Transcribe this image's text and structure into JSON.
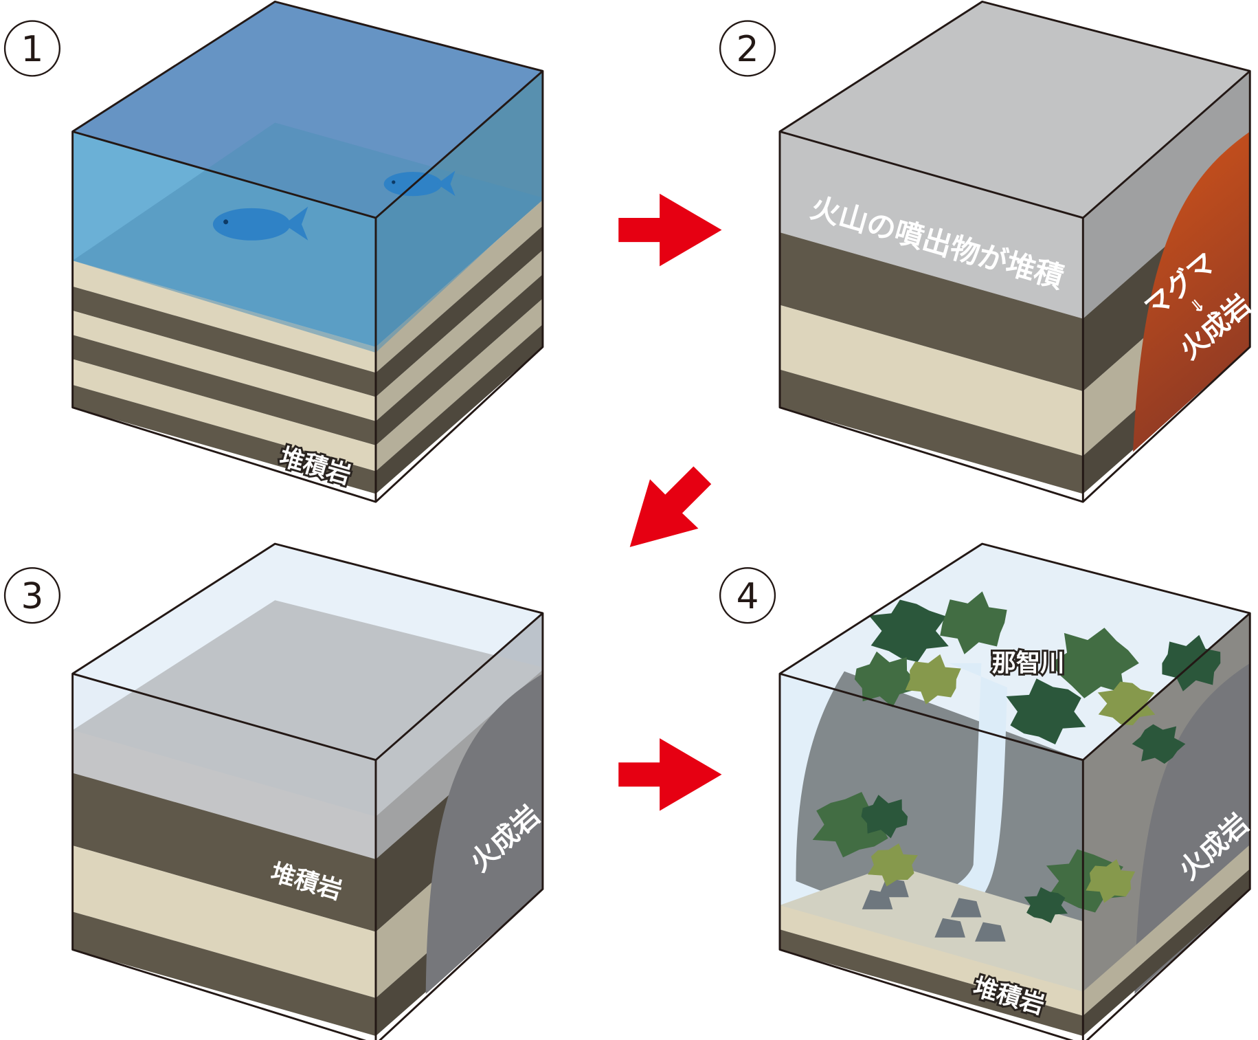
{
  "steps": [
    {
      "number": "1",
      "label_sedimentary": "堆積岩"
    },
    {
      "number": "2",
      "label_deposit": "火山の噴出物が堆積",
      "label_magma": "マグマ",
      "label_arrow": "⇓",
      "label_igneous": "火成岩"
    },
    {
      "number": "3",
      "label_sedimentary": "堆積岩",
      "label_igneous": "火成岩"
    },
    {
      "number": "4",
      "label_river": "那智川",
      "label_sedimentary": "堆積岩",
      "label_igneous": "火成岩"
    }
  ],
  "colors": {
    "arrow": "#e60012",
    "water": "#5b9fd0",
    "beige": "#ddd5bc",
    "dark": "#5f584a",
    "volcanic": "#c2c3c4",
    "magma": "#c8501c",
    "igneous": "#76777b",
    "tree_dark": "#2b573b",
    "tree_mid": "#426d43",
    "tree_light": "#86994c"
  }
}
